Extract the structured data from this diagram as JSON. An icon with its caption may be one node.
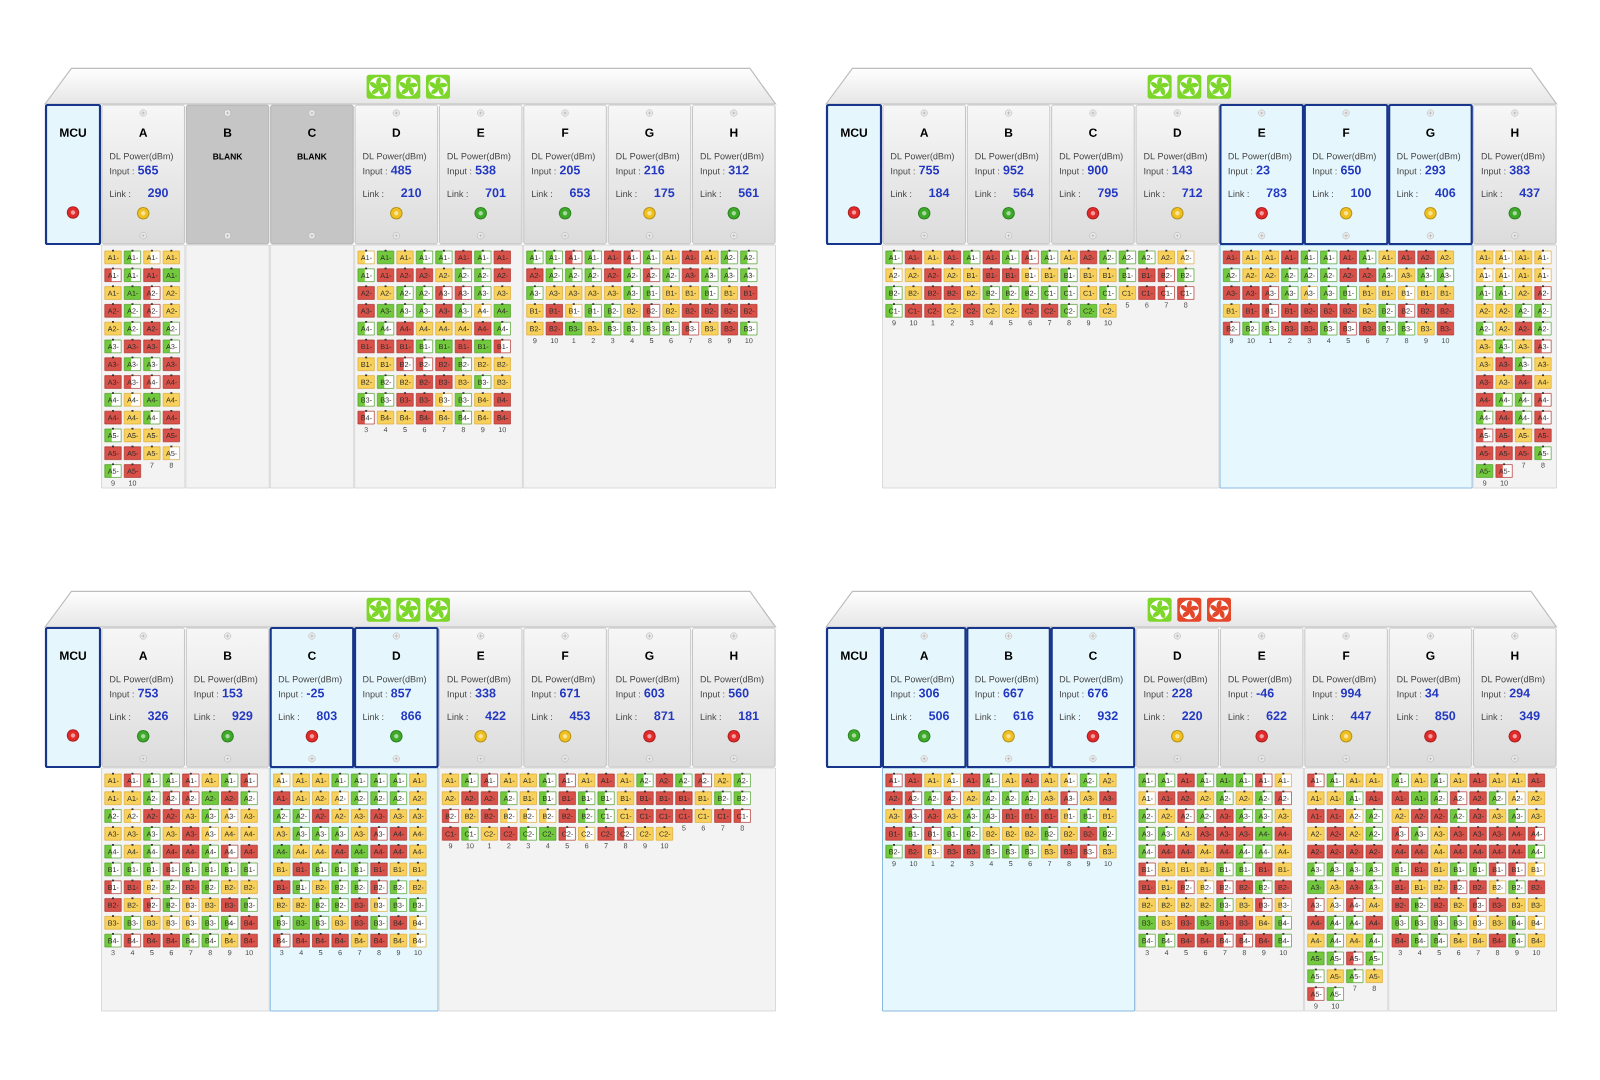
{
  "diagram": {
    "nodes": [
      {
        "text": [
          "MCU"
        ]
      },
      {
        "text": [
          "A",
          "DL Power(dBm)",
          "Input :",
          "565",
          "Link :",
          "290"
        ]
      },
      {
        "text": [
          "B",
          "BLANK"
        ]
      },
      {
        "text": [
          "C",
          "BLANK"
        ]
      },
      {
        "text": [
          "D",
          "DL Power(dBm)",
          "Input :",
          "485",
          "Link :",
          "210"
        ]
      },
      {
        "text": [
          "E",
          "DL Power(dBm)",
          "Input :",
          "538",
          "Link :",
          "701"
        ]
      },
      {
        "text": [
          "F",
          "DL Power(dBm)",
          "Input :",
          "205",
          "Link :",
          "653"
        ]
      },
      {
        "text": [
          "G",
          "DL Power(dBm)",
          "Input :",
          "216",
          "Link :",
          "175"
        ]
      },
      {
        "text": [
          "H",
          "DL Power(dBm)",
          "Input :",
          "312",
          "Link :",
          "561"
        ]
      },
      {
        "text": [
          "MCU"
        ]
      },
      {
        "text": [
          "A",
          "DL Power(dBm)",
          "Input :",
          "755",
          "Link :",
          "184"
        ]
      },
      {
        "text": [
          "B",
          "DL Power(dBm)",
          "Input :",
          "952",
          "Link :",
          "564"
        ]
      },
      {
        "text": [
          "C",
          "DL Power(dBm)",
          "Input :",
          "900",
          "Link :",
          "795"
        ]
      },
      {
        "text": [
          "D",
          "DL Power(dBm)",
          "Input :",
          "143",
          "Link :",
          "712"
        ]
      },
      {
        "text": [
          "E",
          "DL Power(dBm)",
          "Input :",
          "23",
          "Link :",
          "783"
        ]
      },
      {
        "text": [
          "F",
          "DL Power(dBm)",
          "Input :",
          "650",
          "Link :",
          "100"
        ]
      },
      {
        "text": [
          "G",
          "DL Power(dBm)",
          "Input :",
          "293",
          "Link :",
          "406"
        ]
      },
      {
        "text": [
          "H",
          "DL Power(dBm)",
          "Input :",
          "383",
          "Link :",
          "437"
        ]
      },
      {
        "text": [
          "MCU"
        ]
      },
      {
        "text": [
          "A",
          "DL Power(dBm)",
          "Input :",
          "753",
          "Link :",
          "326"
        ]
      },
      {
        "text": [
          "B",
          "DL Power(dBm)",
          "Input :",
          "153",
          "Link :",
          "929"
        ]
      },
      {
        "text": [
          "C",
          "DL Power(dBm)",
          "Input :",
          "-25",
          "Link :",
          "803"
        ]
      },
      {
        "text": [
          "D",
          "DL Power(dBm)",
          "Input :",
          "857",
          "Link :",
          "866"
        ]
      },
      {
        "text": [
          "E",
          "DL Power(dBm)",
          "Input :",
          "338",
          "Link :",
          "422"
        ]
      },
      {
        "text": [
          "F",
          "DL Power(dBm)",
          "Input :",
          "671",
          "Link :",
          "453"
        ]
      },
      {
        "text": [
          "G",
          "DL Power(dBm)",
          "Input :",
          "603",
          "Link :",
          "871"
        ]
      },
      {
        "text": [
          "H",
          "DL Power(dBm)",
          "Input :",
          "560",
          "Link :",
          "181"
        ]
      },
      {
        "text": [
          "MCU"
        ]
      },
      {
        "text": [
          "A",
          "DL Power(dBm)",
          "Input :",
          "306",
          "Link :",
          "506"
        ]
      },
      {
        "text": [
          "B",
          "DL Power(dBm)",
          "Input :",
          "667",
          "Link :",
          "616"
        ]
      },
      {
        "text": [
          "C",
          "DL Power(dBm)",
          "Input :",
          "676",
          "Link :",
          "932"
        ]
      },
      {
        "text": [
          "D",
          "DL Power(dBm)",
          "Input :",
          "228",
          "Link :",
          "220"
        ]
      },
      {
        "text": [
          "E",
          "DL Power(dBm)",
          "Input :",
          "-46",
          "Link :",
          "622"
        ]
      },
      {
        "text": [
          "F",
          "DL Power(dBm)",
          "Input :",
          "994",
          "Link :",
          "447"
        ]
      },
      {
        "text": [
          "G",
          "DL Power(dBm)",
          "Input :",
          "34",
          "Link :",
          "850"
        ]
      },
      {
        "text": [
          "H",
          "DL Power(dBm)",
          "Input :",
          "294",
          "Link :",
          "349"
        ]
      }
    ],
    "labels": [
      "A1-",
      "A1-",
      "A1-",
      "A1-",
      "A1-",
      "A1-",
      "A1-",
      "A1-",
      "A1-",
      "A1-",
      "A2-",
      "A2-",
      "A2-",
      "A2-",
      "A2-",
      "A2-",
      "A2-",
      "A2-",
      "A2-",
      "A2-",
      "A3-",
      "A3-",
      "A3-",
      "A3-",
      "A3-",
      "A3-",
      "A3-",
      "A3-",
      "A3-",
      "A3-",
      "A4-",
      "A4-",
      "A4-",
      "A4-",
      "A4-",
      "A4-",
      "A4-",
      "A4-",
      "A4-",
      "A4-",
      "A5-",
      "A5-",
      "A5-",
      "A5-",
      "A5-",
      "A5-",
      "A5-",
      "A5-",
      "A5-",
      "A5-",
      "7",
      "8",
      "9",
      "10",
      "A1-",
      "A1-",
      "A1-",
      "A1-",
      "A1-",
      "A1-",
      "A1-",
      "A1-",
      "A1-",
      "A1-",
      "A2-",
      "A2-",
      "A2-",
      "A2-",
      "A2-",
      "A2-",
      "A2-",
      "A2-",
      "A2-",
      "A2-",
      "A3-",
      "A3-",
      "A3-",
      "A3-",
      "A3-",
      "A3-",
      "A3-",
      "A3-",
      "A3-",
      "A3-",
      "A4-",
      "A4-",
      "A4-",
      "A4-",
      "A4-",
      "A4-",
      "A4-",
      "A4-",
      "A4-",
      "A4-",
      "B1-",
      "B1-",
      "B1-",
      "B1-",
      "B1-",
      "B1-",
      "B1-",
      "B1-",
      "B1-",
      "B1-",
      "B2-",
      "B2-",
      "B2-",
      "B2-",
      "B2-",
      "B2-",
      "B2-",
      "B2-",
      "B2-",
      "B2-",
      "B3-",
      "B3-",
      "B3-",
      "B3-",
      "B3-",
      "B3-",
      "B3-",
      "B3-",
      "B3-",
      "B3-",
      "B4-",
      "B4-",
      "B4-",
      "B4-",
      "B4-",
      "B4-",
      "B4-",
      "B4-",
      "B4-",
      "B4-",
      "3",
      "4",
      "5",
      "6",
      "7",
      "8",
      "9",
      "10",
      "A1-",
      "A1-",
      "A1-",
      "A1-",
      "A1-",
      "A1-",
      "A1-",
      "A1-",
      "A1-",
      "A1-",
      "A2-",
      "A2-",
      "A2-",
      "A2-",
      "A2-",
      "A2-",
      "A2-",
      "A2-",
      "A2-",
      "A2-",
      "A3-",
      "A3-",
      "A3-",
      "A3-",
      "A3-",
      "A3-",
      "A3-",
      "A3-",
      "A3-",
      "A3-",
      "B1-",
      "B1-",
      "B1-",
      "B1-",
      "B1-",
      "B1-",
      "B1-",
      "B1-",
      "B1-",
      "B1-",
      "B2-",
      "B2-",
      "B2-",
      "B2-",
      "B2-",
      "B2-",
      "B2-",
      "B2-",
      "B2-",
      "B2-",
      "B3-",
      "B3-",
      "B3-",
      "B3-",
      "B3-",
      "B3-",
      "B3-",
      "B3-",
      "B3-",
      "B3-",
      "9",
      "10",
      "1",
      "2",
      "3",
      "4",
      "5",
      "6",
      "7",
      "8",
      "9",
      "10",
      "A1-",
      "A1-",
      "A1-",
      "A1-",
      "A1-",
      "A1-",
      "A1-",
      "A1-",
      "A1-",
      "A1-",
      "A2-",
      "A2-",
      "A2-",
      "A2-",
      "A2-",
      "A2-",
      "A2-",
      "A2-",
      "A2-",
      "A2-",
      "B1-",
      "B1-",
      "B1-",
      "B1-",
      "B1-",
      "B1-",
      "B1-",
      "B1-",
      "B1-",
      "B1-",
      "B2-",
      "B2-",
      "B2-",
      "B2-",
      "B2-",
      "B2-",
      "B2-",
      "B2-",
      "B2-",
      "B2-",
      "C1-",
      "C1-",
      "C1-",
      "C1-",
      "C1-",
      "C1-",
      "C1-",
      "C1-",
      "C1-",
      "C1-",
      "C2-",
      "C2-",
      "C2-",
      "C2-",
      "C2-",
      "C2-",
      "C2-",
      "C2-",
      "C2-",
      "C2-",
      "5",
      "6",
      "7",
      "8",
      "9",
      "10",
      "1",
      "2",
      "3",
      "4",
      "5",
      "6",
      "7",
      "8",
      "9",
      "10",
      "A1-",
      "A1-",
      "A1-",
      "A1-",
      "A1-",
      "A1-",
      "A1-",
      "A1-",
      "A1-",
      "A1-",
      "A2-",
      "A2-",
      "A2-",
      "A2-",
      "A2-",
      "A2-",
      "A2-",
      "A2-",
      "A2-",
      "A2-",
      "A3-",
      "A3-",
      "A3-",
      "A3-",
      "A3-",
      "A3-",
      "A3-",
      "A3-",
      "A3-",
      "A3-",
      "B1-",
      "B1-",
      "B1-",
      "B1-",
      "B1-",
      "B1-",
      "B1-",
      "B1-",
      "B1-",
      "B1-",
      "B2-",
      "B2-",
      "B2-",
      "B2-",
      "B2-",
      "B2-",
      "B2-",
      "B2-",
      "B2-",
      "B2-",
      "B3-",
      "B3-",
      "B3-",
      "B3-",
      "B3-",
      "B3-",
      "B3-",
      "B3-",
      "B3-",
      "B3-",
      "9",
      "10",
      "1",
      "2",
      "3",
      "4",
      "5",
      "6",
      "7",
      "8",
      "9",
      "10",
      "A1-",
      "A1-",
      "A1-",
      "A1-",
      "A1-",
      "A1-",
      "A1-",
      "A1-",
      "A1-",
      "A1-",
      "A2-",
      "A2-",
      "A2-",
      "A2-",
      "A2-",
      "A2-",
      "A2-",
      "A2-",
      "A2-",
      "A2-",
      "A3-",
      "A3-",
      "A3-",
      "A3-",
      "A3-",
      "A3-",
      "A3-",
      "A3-",
      "A3-",
      "A3-",
      "A4-",
      "A4-",
      "A4-",
      "A4-",
      "A4-",
      "A4-",
      "A4-",
      "A4-",
      "A4-",
      "A4-",
      "A5-",
      "A5-",
      "A5-",
      "A5-",
      "A5-",
      "A5-",
      "A5-",
      "A5-",
      "A5-",
      "A5-",
      "7",
      "8",
      "9",
      "10",
      "A1-",
      "A1-",
      "A1-",
      "A1-",
      "A1-",
      "A1-",
      "A1-",
      "A1-",
      "A1-",
      "A1-",
      "A2-",
      "A2-",
      "A2-",
      "A2-",
      "A2-",
      "A2-",
      "A2-",
      "A2-",
      "A2-",
      "A2-",
      "A3-",
      "A3-",
      "A3-",
      "A3-",
      "A3-",
      "A3-",
      "A3-",
      "A3-",
      "A3-",
      "A3-",
      "A4-",
      "A4-",
      "A4-",
      "A4-",
      "A4-",
      "A4-",
      "A4-",
      "A4-",
      "A4-",
      "A4-",
      "B1-",
      "B1-",
      "B1-",
      "B1-",
      "B1-",
      "B1-",
      "B1-",
      "B1-",
      "B1-",
      "B1-",
      "B2-",
      "B2-",
      "B2-",
      "B2-",
      "B2-",
      "B2-",
      "B2-",
      "B2-",
      "B2-",
      "B2-",
      "B3-",
      "B3-",
      "B3-",
      "B3-",
      "B3-",
      "B3-",
      "B3-",
      "B3-",
      "B3-",
      "B3-",
      "B4-",
      "B4-",
      "B4-",
      "B4-",
      "B4-",
      "B4-",
      "B4-",
      "B4-",
      "B4-",
      "B4-",
      "3",
      "4",
      "5",
      "6",
      "7",
      "8",
      "9",
      "10",
      "A1-",
      "A1-",
      "A1-",
      "A1-",
      "A1-",
      "A1-",
      "A1-",
      "A1-",
      "A1-",
      "A1-",
      "A2-",
      "A2-",
      "A2-",
      "A2-",
      "A2-",
      "A2-",
      "A2-",
      "A2-",
      "A2-",
      "A2-",
      "A3-",
      "A3-",
      "A3-",
      "A3-",
      "A3-",
      "A3-",
      "A3-",
      "A3-",
      "A3-",
      "A3-",
      "A4-",
      "A4-",
      "A4-",
      "A4-",
      "A4-",
      "A4-",
      "A4-",
      "A4-",
      "A4-",
      "A4-",
      "B1-",
      "B1-",
      "B1-",
      "B1-",
      "B1-",
      "B1-",
      "B1-",
      "B1-",
      "B1-",
      "B1-",
      "B2-",
      "B2-",
      "B2-",
      "B2-",
      "B2-",
      "B2-",
      "B2-",
      "B2-",
      "B2-",
      "B2-",
      "B3-",
      "B3-",
      "B3-",
      "B3-",
      "B3-",
      "B3-",
      "B3-",
      "B3-",
      "B3-",
      "B3-",
      "B4-",
      "B4-",
      "B4-",
      "B4-",
      "B4-",
      "B4-",
      "B4-",
      "B4-",
      "B4-",
      "B4-",
      "3",
      "4",
      "5",
      "6",
      "7",
      "8",
      "9",
      "10",
      "A1-",
      "A1-",
      "A1-",
      "A1-",
      "A1-",
      "A1-",
      "A1-",
      "A1-",
      "A1-",
      "A1-",
      "A2-",
      "A2-",
      "A2-",
      "A2-",
      "A2-",
      "A2-",
      "A2-",
      "A2-",
      "A2-",
      "A2-",
      "B1-",
      "B1-",
      "B1-",
      "B1-",
      "B1-",
      "B1-",
      "B1-",
      "B1-",
      "B1-",
      "B1-",
      "B2-",
      "B2-",
      "B2-",
      "B2-",
      "B2-",
      "B2-",
      "B2-",
      "B2-",
      "B2-",
      "B2-",
      "C1-",
      "C1-",
      "C1-",
      "C1-",
      "C1-",
      "C1-",
      "C1-",
      "C1-",
      "C1-",
      "C1-",
      "C2-",
      "C2-",
      "C2-",
      "C2-",
      "C2-",
      "C2-",
      "C2-",
      "C2-",
      "C2-",
      "C2-",
      "5",
      "6",
      "7",
      "8",
      "9",
      "10",
      "1",
      "2",
      "3",
      "4",
      "5",
      "6",
      "7",
      "8",
      "9",
      "10",
      "A1-",
      "A1-",
      "A1-",
      "A1-",
      "A1-",
      "A1-",
      "A1-",
      "A1-",
      "A1-",
      "A1-",
      "A2-",
      "A2-",
      "A2-",
      "A2-",
      "A2-",
      "A2-",
      "A2-",
      "A2-",
      "A2-",
      "A2-",
      "A3-",
      "A3-",
      "A3-",
      "A3-",
      "A3-",
      "A3-",
      "A3-",
      "A3-",
      "A3-",
      "A3-",
      "B1-",
      "B1-",
      "B1-",
      "B1-",
      "B1-",
      "B1-",
      "B1-",
      "B1-",
      "B1-",
      "B1-",
      "B2-",
      "B2-",
      "B2-",
      "B2-",
      "B2-",
      "B2-",
      "B2-",
      "B2-",
      "B2-",
      "B2-",
      "B3-",
      "B3-",
      "B3-",
      "B3-",
      "B3-",
      "B3-",
      "B3-",
      "B3-",
      "B3-",
      "B3-",
      "9",
      "10",
      "1",
      "2",
      "3",
      "4",
      "5",
      "6",
      "7",
      "8",
      "9",
      "10",
      "A1-",
      "A1-",
      "A1-",
      "A1-",
      "A1-",
      "A1-",
      "A1-",
      "A1-",
      "A1-",
      "A1-",
      "A2-",
      "A2-",
      "A2-",
      "A2-",
      "A2-",
      "A2-",
      "A2-",
      "A2-",
      "A2-",
      "A2-",
      "A3-",
      "A3-",
      "A3-",
      "A3-",
      "A3-",
      "A3-",
      "A3-",
      "A3-",
      "A3-",
      "A3-",
      "A4-",
      "A4-",
      "A4-",
      "A4-",
      "A4-",
      "A4-",
      "A4-",
      "A4-",
      "A4-",
      "A4-",
      "B1-",
      "B1-",
      "B1-",
      "B1-",
      "B1-",
      "B1-",
      "B1-",
      "B1-",
      "B1-",
      "B1-",
      "B2-",
      "B2-",
      "B2-",
      "B2-",
      "B2-",
      "B2-",
      "B2-",
      "B2-",
      "B2-",
      "B2-",
      "B3-",
      "B3-",
      "B3-",
      "B3-",
      "B3-",
      "B3-",
      "B3-",
      "B3-",
      "B3-",
      "B3-",
      "B4-",
      "B4-",
      "B4-",
      "B4-",
      "B4-",
      "B4-",
      "B4-",
      "B4-",
      "B4-",
      "B4-",
      "3",
      "4",
      "5",
      "6",
      "7",
      "8",
      "9",
      "10",
      "A1-",
      "A1-",
      "A1-",
      "A1-",
      "A1-",
      "A1-",
      "A1-",
      "A1-",
      "A1-",
      "A1-",
      "A2-",
      "A2-",
      "A2-",
      "A2-",
      "A2-",
      "A2-",
      "A2-",
      "A2-",
      "A2-",
      "A2-",
      "A3-",
      "A3-",
      "A3-",
      "A3-",
      "A3-",
      "A3-",
      "A3-",
      "A3-",
      "A3-",
      "A3-",
      "A4-",
      "A4-",
      "A4-",
      "A4-",
      "A4-",
      "A4-",
      "A4-",
      "A4-",
      "A4-",
      "A4-",
      "A5-",
      "A5-",
      "A5-",
      "A5-",
      "A5-",
      "A5-",
      "A5-",
      "A5-",
      "A5-",
      "A5-",
      "7",
      "8",
      "9",
      "10",
      "A1-",
      "A1-",
      "A1-",
      "A1-",
      "A1-",
      "A1-",
      "A1-",
      "A1-",
      "A1-",
      "A1-",
      "A2-",
      "A2-",
      "A2-",
      "A2-",
      "A2-",
      "A2-",
      "A2-",
      "A2-",
      "A2-",
      "A2-",
      "A3-",
      "A3-",
      "A3-",
      "A3-",
      "A3-",
      "A3-",
      "A3-",
      "A3-",
      "A3-",
      "A3-",
      "A4-",
      "A4-",
      "A4-",
      "A4-",
      "A4-",
      "A4-",
      "A4-",
      "A4-",
      "A4-",
      "A4-",
      "B1-",
      "B1-",
      "B1-",
      "B1-",
      "B1-",
      "B1-",
      "B1-",
      "B1-",
      "B1-",
      "B1-",
      "B2-",
      "B2-",
      "B2-",
      "B2-",
      "B2-",
      "B2-",
      "B2-",
      "B2-",
      "B2-",
      "B2-",
      "B3-",
      "B3-",
      "B3-",
      "B3-",
      "B3-",
      "B3-",
      "B3-",
      "B3-",
      "B3-",
      "B3-",
      "B4-",
      "B4-",
      "B4-",
      "B4-",
      "B4-",
      "B4-",
      "B4-",
      "B4-",
      "B4-",
      "B4-",
      "3",
      "4",
      "5",
      "6",
      "7",
      "8",
      "9",
      "10"
    ]
  }
}
